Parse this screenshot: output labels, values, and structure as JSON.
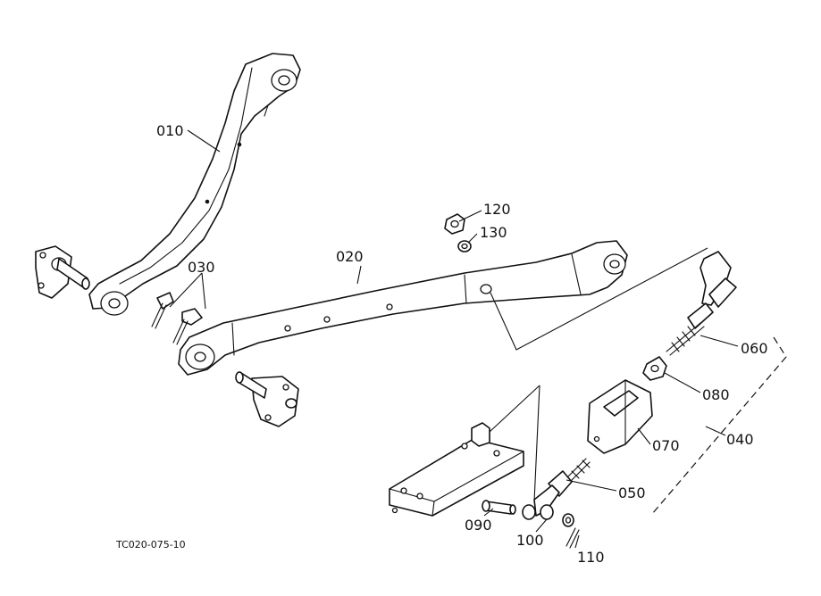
{
  "diagram": {
    "code": "TC020-075-10",
    "labels": {
      "p010": "010",
      "p020": "020",
      "p030": "030",
      "p040": "040",
      "p050": "050",
      "p060": "060",
      "p070": "070",
      "p080": "080",
      "p090": "090",
      "p100": "100",
      "p110": "110",
      "p120": "120",
      "p130": "130"
    }
  }
}
